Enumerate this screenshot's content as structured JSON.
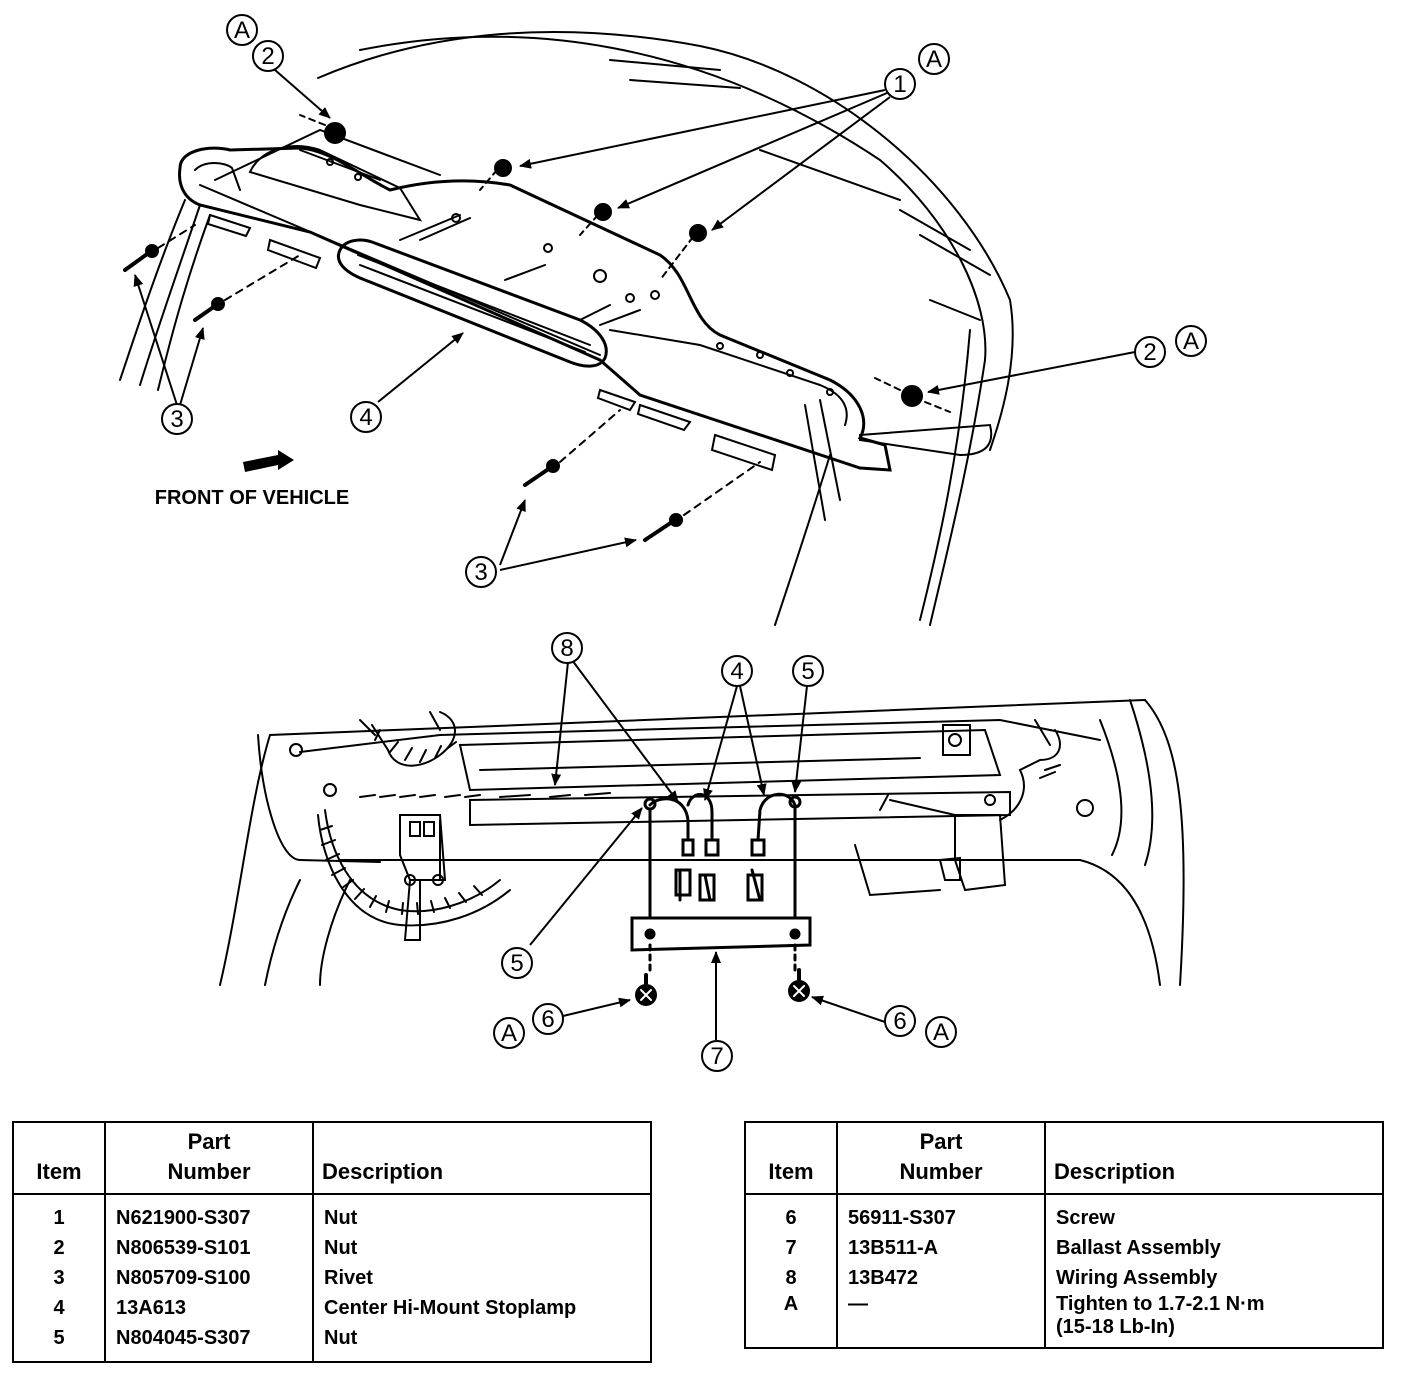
{
  "diagram": {
    "front_label": "FRONT OF VEHICLE",
    "callouts": {
      "c1": "1",
      "c2a": "2",
      "c2b": "2",
      "c3a": "3",
      "c3b": "3",
      "c4a": "4",
      "c4b": "4",
      "c5a": "5",
      "c5b": "5",
      "c6a": "6",
      "c6b": "6",
      "c7": "7",
      "c8": "8",
      "a1": "A",
      "a2": "A",
      "a3": "A",
      "a4": "A",
      "a5": "A"
    }
  },
  "tables": {
    "headers": {
      "item": "Item",
      "part_line1": "Part",
      "part_line2": "Number",
      "description": "Description"
    },
    "left": [
      {
        "item": "1",
        "part": "N621900-S307",
        "desc": "Nut"
      },
      {
        "item": "2",
        "part": "N806539-S101",
        "desc": "Nut"
      },
      {
        "item": "3",
        "part": "N805709-S100",
        "desc": "Rivet"
      },
      {
        "item": "4",
        "part": "13A613",
        "desc": "Center Hi-Mount Stoplamp"
      },
      {
        "item": "5",
        "part": "N804045-S307",
        "desc": "Nut"
      }
    ],
    "right": [
      {
        "item": "6",
        "part": "56911-S307",
        "desc": "Screw"
      },
      {
        "item": "7",
        "part": "13B511-A",
        "desc": "Ballast Assembly"
      },
      {
        "item": "8",
        "part": "13B472",
        "desc": "Wiring Assembly"
      },
      {
        "item": "A",
        "part": "—",
        "desc": "Tighten to 1.7-2.1 N·m",
        "desc2": "(15-18 Lb-In)"
      }
    ]
  }
}
